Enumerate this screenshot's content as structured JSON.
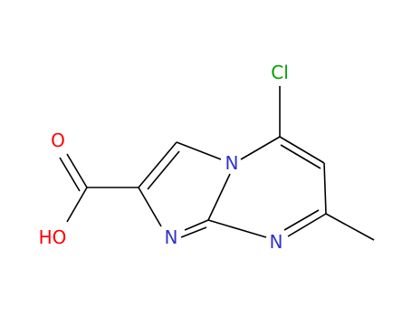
{
  "molecule": {
    "atoms": {
      "chlorine": {
        "label": "Cl",
        "color": "#00a000"
      },
      "ring_n_bridge": {
        "label": "N",
        "color": "#3333cc"
      },
      "ring_n_imidazole": {
        "label": "N",
        "color": "#3333cc"
      },
      "ring_n_pyrimidine": {
        "label": "N",
        "color": "#3333cc"
      },
      "carbonyl_o": {
        "label": "O",
        "color": "#ff0000"
      },
      "hydroxyl": {
        "label": "HO",
        "color": "#ff0000"
      }
    },
    "colors": {
      "bond": "#000000",
      "nitrogen": "#3333cc",
      "oxygen": "#ff0000",
      "chlorine": "#00a000"
    }
  }
}
